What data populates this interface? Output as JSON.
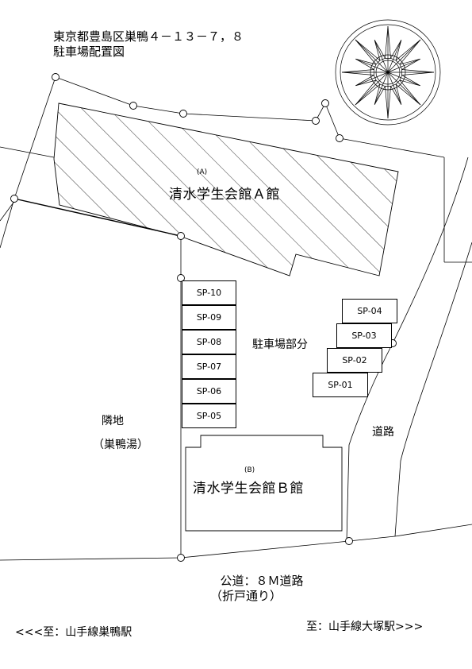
{
  "title": {
    "line1": "東京都豊島区巣鴨４－１３－７，８",
    "line2": "駐車場配置図"
  },
  "building_a": {
    "letter": "(A)",
    "name": "清水学生会館Ａ館"
  },
  "building_b": {
    "letter": "(B)",
    "name": "清水学生会館Ｂ館"
  },
  "parking_area_label": "駐車場部分",
  "parking_spaces_left": [
    "SP-10",
    "SP-09",
    "SP-08",
    "SP-07",
    "SP-06",
    "SP-05"
  ],
  "parking_spaces_right": [
    "SP-04",
    "SP-03",
    "SP-02",
    "SP-01"
  ],
  "neighbor": {
    "line1": "隣地",
    "line2": "（巣鴨湯）"
  },
  "side_road_label": "道路",
  "public_road": {
    "line1": "公道：８Ｍ道路",
    "line2": "（折戸通り）"
  },
  "direction_left": "<<<至：山手線巣鴨駅",
  "direction_right": "至：山手線大塚駅>>>",
  "icons": [
    "compass-rose-icon",
    "survey-point-icon"
  ]
}
